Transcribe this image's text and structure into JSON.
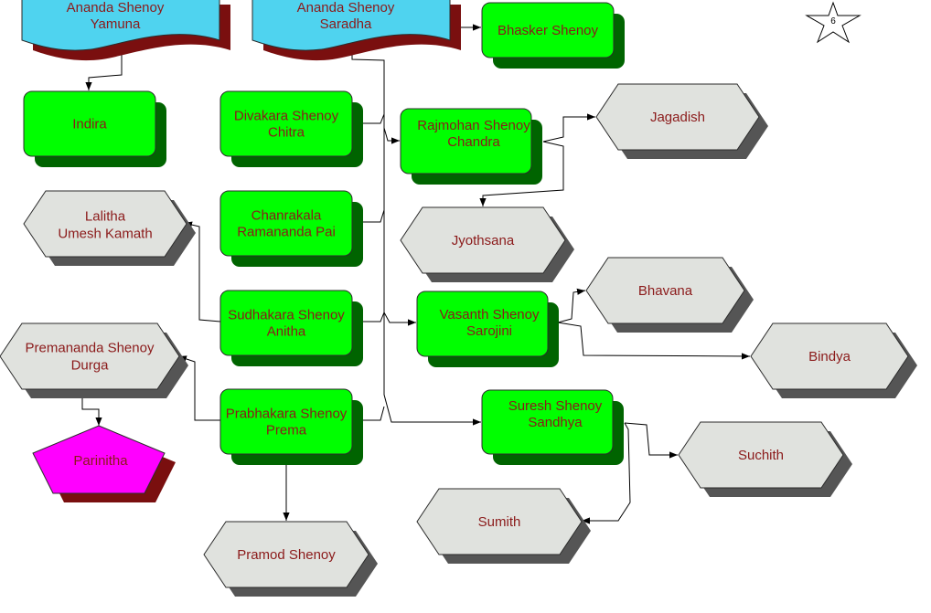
{
  "page_number": "6",
  "nodes": {
    "yamuna": [
      "Ananda Shenoy",
      "Yamuna"
    ],
    "saradha": [
      "Ananda Shenoy",
      "Saradha"
    ],
    "bhasker": [
      "Bhasker Shenoy"
    ],
    "indira": [
      "Indira"
    ],
    "divakara": [
      "Divakara Shenoy",
      "Chitra"
    ],
    "rajmohan": [
      "Rajmohan Shenoy",
      "Chandra"
    ],
    "jagadish": [
      "Jagadish"
    ],
    "jyothsana": [
      "Jyothsana"
    ],
    "lalitha": [
      "Lalitha",
      "Umesh Kamath"
    ],
    "chanrakala": [
      "Chanrakala",
      "Ramananda Pai"
    ],
    "sudhakara": [
      "Sudhakara Shenoy",
      "Anitha"
    ],
    "vasanth": [
      "Vasanth Shenoy",
      "Sarojini"
    ],
    "bhavana": [
      "Bhavana"
    ],
    "bindya": [
      "Bindya"
    ],
    "premananda": [
      "Premananda Shenoy",
      "Durga"
    ],
    "parinitha": [
      "Parinitha"
    ],
    "prabhakara": [
      "Prabhakara Shenoy",
      "Prema"
    ],
    "suresh": [
      "Suresh Shenoy",
      "Sandhya"
    ],
    "suchith": [
      "Suchith"
    ],
    "sumith": [
      "Sumith"
    ],
    "pramod": [
      "Pramod Shenoy"
    ]
  },
  "colors": {
    "banner": "#4fd3ef",
    "banner_shadow": "#7a0f0f",
    "box": "#00ff00",
    "box_shadow": "#006400",
    "hex": "#e0e2de",
    "hex_shadow": "#555555",
    "pentagon": "#ff00ff",
    "pentagon_shadow": "#7a0f0f",
    "text": "#8b1a1a"
  }
}
